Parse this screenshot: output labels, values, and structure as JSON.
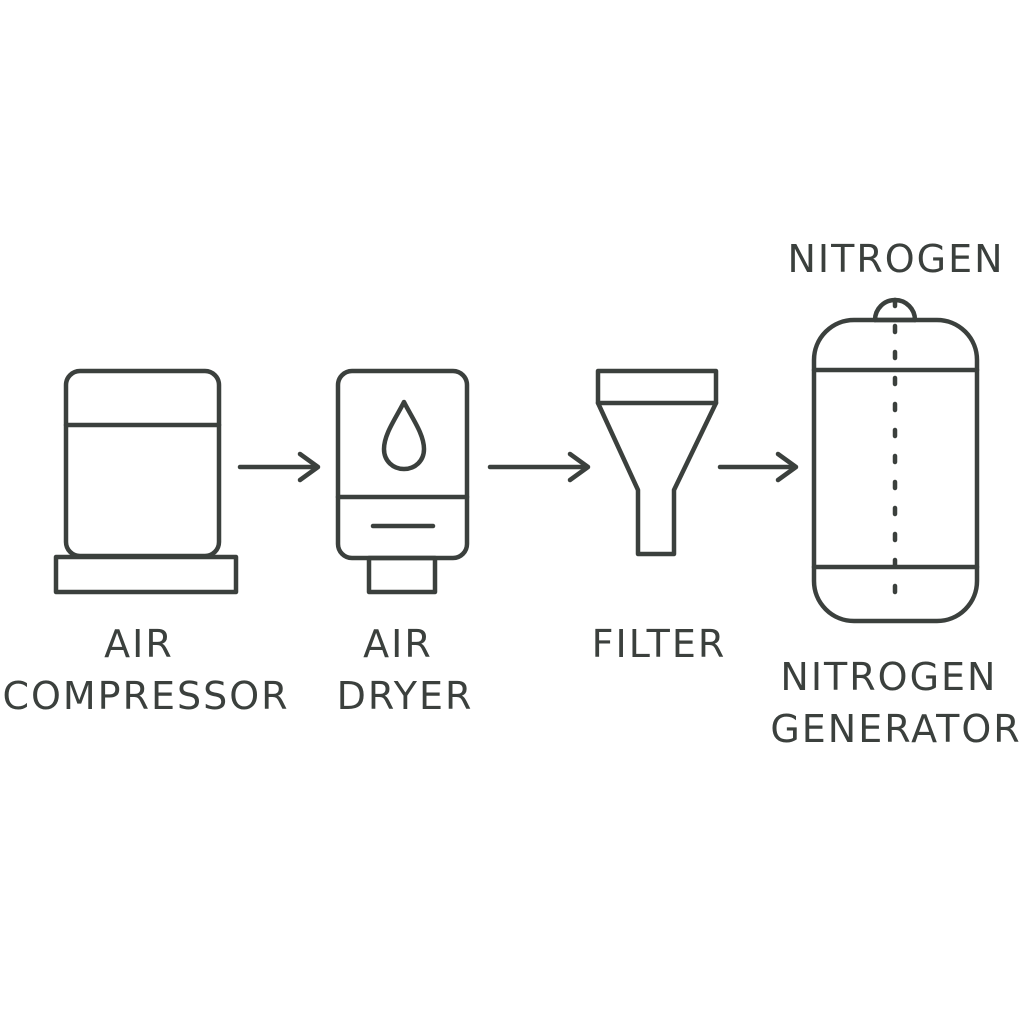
{
  "diagram": {
    "colors": {
      "ink": "#3b403d",
      "background": "#ffffff"
    },
    "nodes": [
      {
        "id": "air-compressor",
        "icon": "air-compressor-icon",
        "label_lines": [
          "AIR",
          "COMPRESSOR"
        ]
      },
      {
        "id": "air-dryer",
        "icon": "air-dryer-icon",
        "label_lines": [
          "AIR",
          "DRYER"
        ]
      },
      {
        "id": "filter",
        "icon": "filter-funnel-icon",
        "label_lines": [
          "FILTER"
        ]
      },
      {
        "id": "nitrogen-generator",
        "icon": "nitrogen-tank-icon",
        "label_lines": [
          "NITROGEN",
          "GENERATOR"
        ]
      }
    ],
    "connections": [
      {
        "from": "air-compressor",
        "to": "air-dryer"
      },
      {
        "from": "air-dryer",
        "to": "filter"
      },
      {
        "from": "filter",
        "to": "nitrogen-generator"
      }
    ],
    "output_label": "NITROGEN"
  }
}
